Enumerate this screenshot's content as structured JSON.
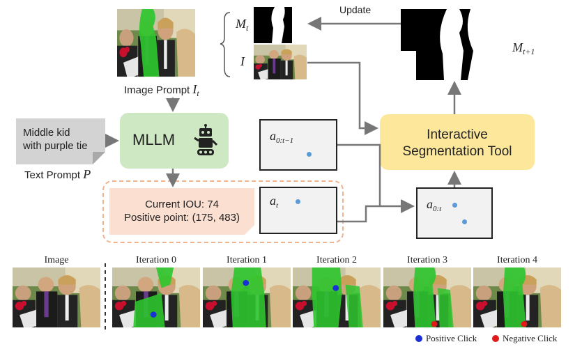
{
  "diagram": {
    "mask_t_label": "M",
    "mask_t_sub": "t",
    "image_label": "I",
    "mask_next_label": "M",
    "mask_next_sub": "t+1",
    "update_label": "Update",
    "image_prompt_label": "Image Prompt",
    "image_prompt_var": "I",
    "image_prompt_sub": "t",
    "text_prompt_note_line1": "Middle kid",
    "text_prompt_note_line2": "with purple tie",
    "text_prompt_label": "Text Prompt",
    "text_prompt_var": "P",
    "mllm_label": "MLLM",
    "tool_label_line1": "Interactive",
    "tool_label_line2": "Segmentation Tool",
    "action_prev_var": "a",
    "action_prev_sub": "0:t−1",
    "action_cur_var": "a",
    "action_cur_sub": "t",
    "action_all_var": "a",
    "action_all_sub": "0:t",
    "output_line1": "Current IOU: 74",
    "output_line2": "Positive point: (175, 483)"
  },
  "iterations": {
    "image_label": "Image",
    "labels": [
      "Iteration 0",
      "Iteration 1",
      "Iteration 2",
      "Iteration 3",
      "Iteration 4"
    ]
  },
  "legend": {
    "positive_label": "Positive Click",
    "negative_label": "Negative Click",
    "positive_color": "#1a2fd6",
    "negative_color": "#e01b1b"
  },
  "colors": {
    "mllm_box": "#cfe8c4",
    "tool_box": "#fde79a",
    "output_box": "#fbe0d2",
    "dashed_border": "#f0b38e",
    "mask_green": "#2ec52e",
    "arrow": "#777777"
  }
}
